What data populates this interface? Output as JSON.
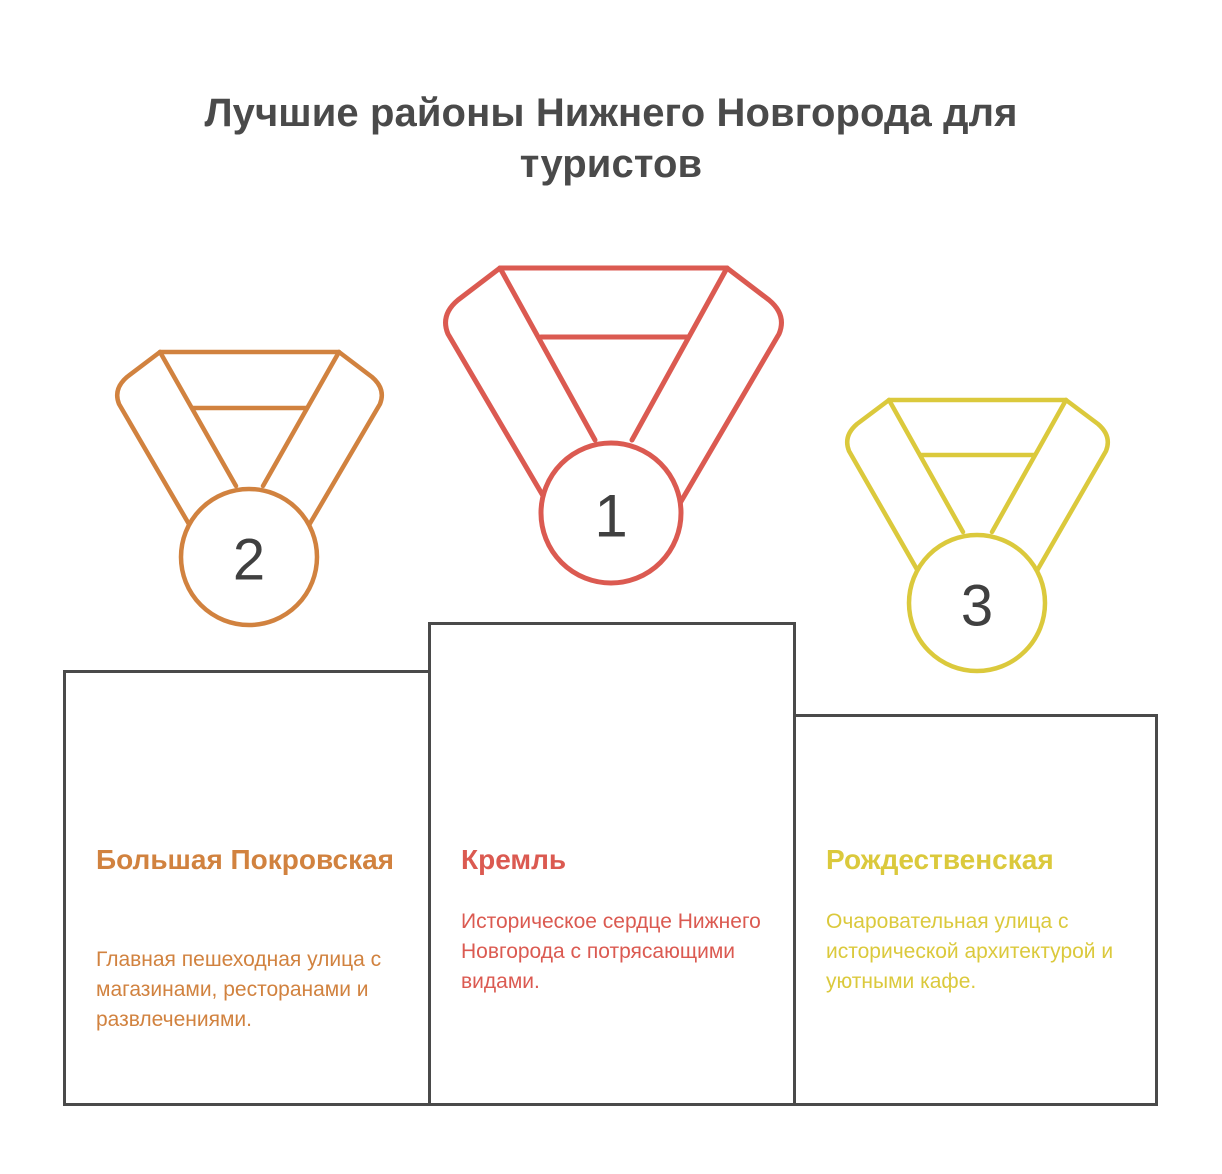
{
  "title": "Лучшие районы Нижнего Новгорода для туристов",
  "colors": {
    "first": "#db5a51",
    "second": "#d1823f",
    "third": "#dbc93c",
    "outline": "#4a4a4a",
    "title_text": "#4a4a4a",
    "medal_number_text": "#404040",
    "background": "#ffffff"
  },
  "podium": {
    "first": {
      "rank": "1",
      "medal_icon": "medal-icon",
      "name": "Кремль",
      "description": "Историческое сердце Нижнего Новгорода с потрясающими видами.",
      "accent": "#db5a51"
    },
    "second": {
      "rank": "2",
      "medal_icon": "medal-icon",
      "name": "Большая Покровская",
      "description": "Главная пешеходная улица с магазинами, ресторанами и развлечениями.",
      "accent": "#d1823f"
    },
    "third": {
      "rank": "3",
      "medal_icon": "medal-icon",
      "name": "Рождественская",
      "description": "Очаровательная улица с исторической архитектурой и уютными кафе.",
      "accent": "#dbc93c"
    }
  },
  "chart_data": {
    "type": "bar",
    "title": "Лучшие районы Нижнего Новгорода для туристов",
    "categories": [
      "Большая Покровская",
      "Кремль",
      "Рождественская"
    ],
    "values": [
      2,
      1,
      3
    ],
    "value_label": "rank",
    "xlabel": "",
    "ylabel": "",
    "grid": false,
    "legend": "none",
    "notes": "Podium ranking: bar heights inverted to rank (1st tallest center, 2nd left, 3rd right)"
  }
}
